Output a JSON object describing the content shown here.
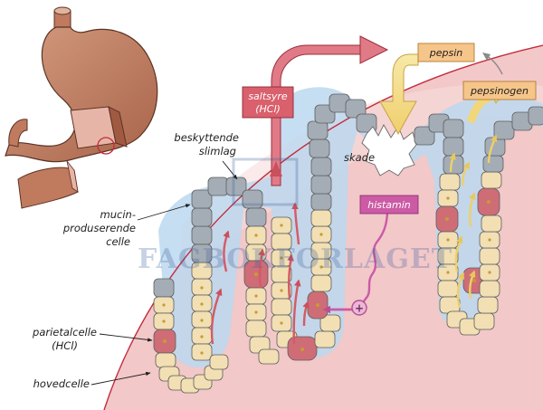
{
  "labels": {
    "beskyttende": "beskyttende",
    "slimlag": "slimlag",
    "mucin": "mucin-",
    "produserende": "produserende",
    "celle": "celle",
    "parietalcelle": "parietalcelle",
    "hcl": "(HCl)",
    "hovedcelle": "hovedcelle",
    "skade": "skade"
  },
  "boxes": {
    "saltsyre_line1": "saltsyre",
    "saltsyre_line2": "(HCl)",
    "pepsin": "pepsin",
    "pepsinogen": "pepsinogen",
    "histamin": "histamin"
  },
  "symbols": {
    "plus": "+"
  },
  "watermark": {
    "line1": "FAGBOKFORLAGET"
  },
  "colors": {
    "tissue": "#f1c7c8",
    "mucus": "#bcd8ef",
    "cell_gray": "#a4adb6",
    "cell_tan": "#f2dfb3",
    "cell_red": "#cf6d77",
    "acid_arrow": "#d9606c",
    "pepsin_arrow": "#f4e08c",
    "histamin": "#cc5aa5",
    "stomach": "#c07a5e",
    "outline": "#c32b3b"
  }
}
